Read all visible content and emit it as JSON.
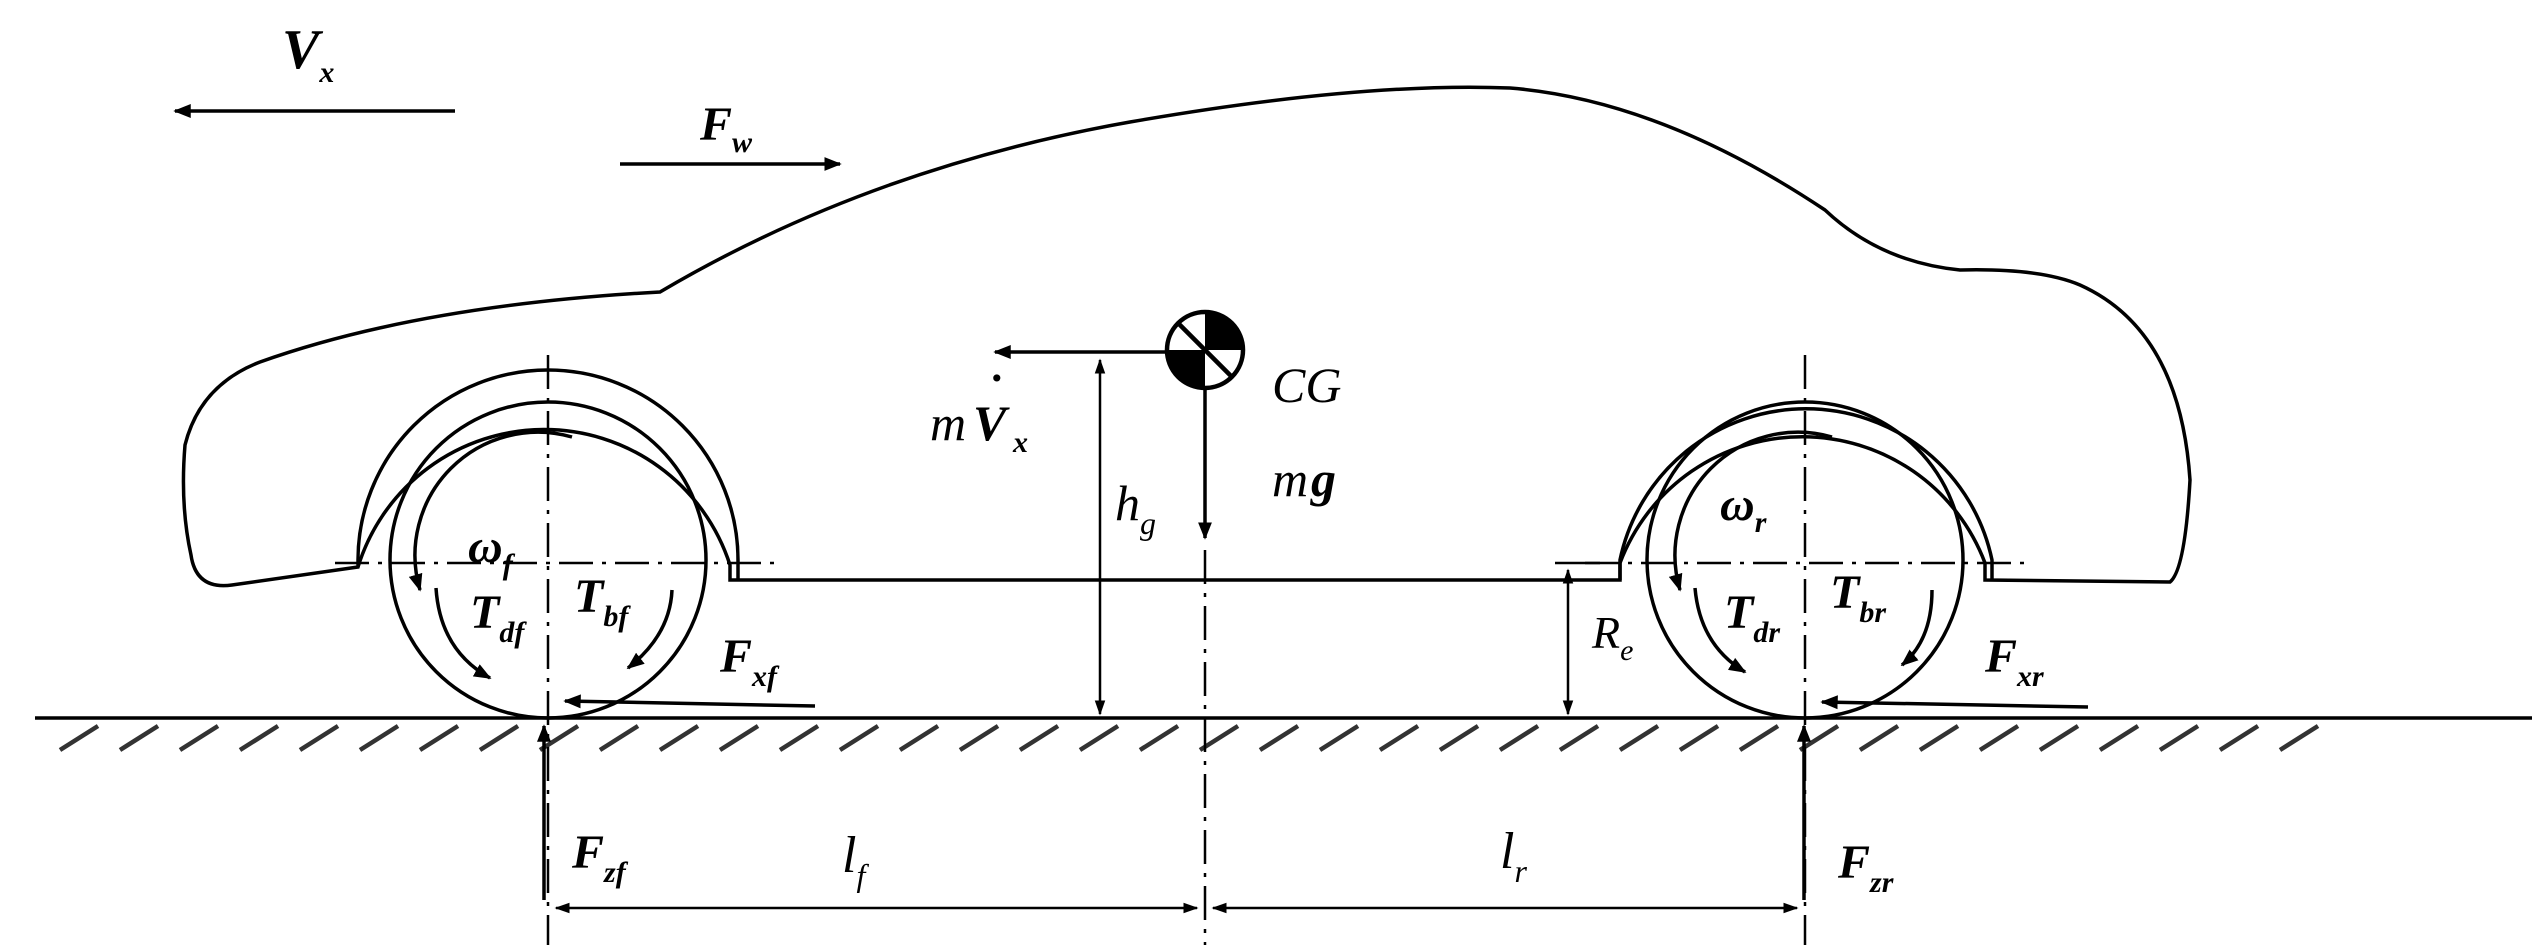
{
  "labels": {
    "vx": {
      "main": "V",
      "sub": "x"
    },
    "fw": {
      "main": "F",
      "sub": "w"
    },
    "cg": "CG",
    "mvx": {
      "m": "m",
      "v": "V",
      "dot": "˙",
      "sub": "x"
    },
    "mg": {
      "m": "m",
      "g": "g"
    },
    "hg": {
      "main": "h",
      "sub": "g"
    },
    "omega_f": {
      "main": "ω",
      "sub": "f"
    },
    "omega_r": {
      "main": "ω",
      "sub": "r"
    },
    "tdf": {
      "main": "T",
      "sub": "df"
    },
    "tbf": {
      "main": "T",
      "sub": "bf"
    },
    "tdr": {
      "main": "T",
      "sub": "dr"
    },
    "tbr": {
      "main": "T",
      "sub": "br"
    },
    "fxf": {
      "main": "F",
      "sub": "xf"
    },
    "fxr": {
      "main": "F",
      "sub": "xr"
    },
    "re": {
      "main": "R",
      "sub": "e"
    },
    "fzf": {
      "main": "F",
      "sub": "zf"
    },
    "fzr": {
      "main": "F",
      "sub": "zr"
    },
    "lf": {
      "main": "l",
      "sub": "f"
    },
    "lr": {
      "main": "l",
      "sub": "r"
    }
  },
  "colors": {
    "line": "#000000",
    "ground_hatch": "#333333",
    "background": "#ffffff"
  }
}
